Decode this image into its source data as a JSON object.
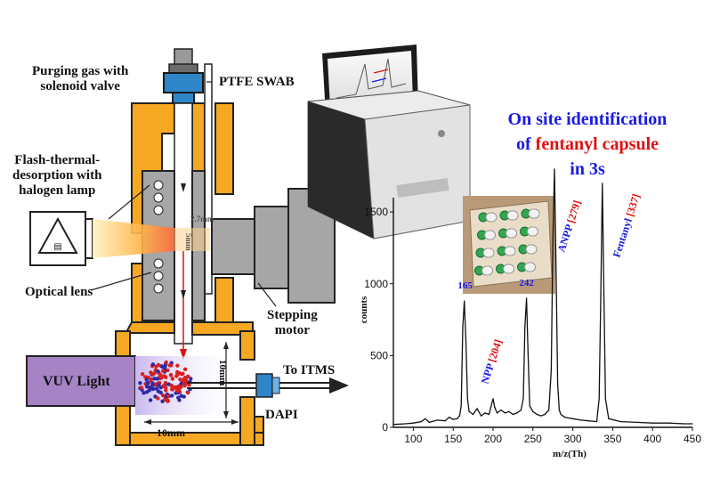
{
  "apparatus": {
    "purge_label_line1": "Purging gas with",
    "purge_label_line2": "solenoid valve",
    "ptfe_label": "PTFE SWAB",
    "flash_label_line1": "Flash-thermal-",
    "flash_label_line2": "desorption with",
    "flash_label_line3": "halogen lamp",
    "optical_label": "Optical lens",
    "stepper_label_line1": "Stepping",
    "stepper_label_line2": "motor",
    "vuv_label": "VUV Light",
    "to_itms_label": "To ITMS",
    "dapi_label": "DAPI",
    "dim_horizontal": "10mm",
    "dim_vertical": "10mm",
    "dim_inner_1": "5mm",
    "dim_inner_2": "2.7mm",
    "colors": {
      "orange": "#f7a823",
      "gray": "#a6a6a6",
      "purple": "#a583c4",
      "valve_blue": "#2e86c8"
    }
  },
  "headline": {
    "line1": "On site identification",
    "line2_pre": "of ",
    "line2_red": "fentanyl capsule",
    "line3": "in 3s",
    "colors": {
      "blue": "#1a1ae6",
      "red": "#e01010"
    }
  },
  "chart_data": {
    "type": "line",
    "xlabel": "m/z(Th)",
    "ylabel": "counts",
    "xlim": [
      75,
      450
    ],
    "ylim": [
      0,
      1600
    ],
    "xticks": [
      100,
      150,
      200,
      250,
      300,
      350,
      400,
      450
    ],
    "yticks": [
      0,
      500,
      1000,
      1500
    ],
    "series": [
      {
        "x": [
          75,
          90,
          100,
          110,
          115,
          120,
          130,
          140,
          145,
          150,
          155,
          158,
          160,
          162,
          164,
          166,
          168,
          170,
          175,
          180,
          185,
          190,
          195,
          200,
          202,
          205,
          210,
          215,
          220,
          225,
          230,
          235,
          238,
          240,
          242,
          244,
          246,
          250,
          255,
          260,
          265,
          270,
          273,
          275,
          277,
          279,
          281,
          283,
          285,
          290,
          300,
          310,
          320,
          330,
          333,
          335,
          337,
          339,
          341,
          345,
          360,
          380,
          400,
          420,
          440,
          450
        ],
        "y": [
          20,
          25,
          30,
          40,
          60,
          35,
          50,
          45,
          70,
          55,
          60,
          80,
          150,
          700,
          880,
          600,
          200,
          110,
          90,
          130,
          80,
          100,
          90,
          200,
          140,
          100,
          120,
          100,
          110,
          90,
          100,
          120,
          200,
          700,
          900,
          500,
          150,
          110,
          90,
          80,
          90,
          120,
          400,
          1300,
          1810,
          1100,
          300,
          120,
          90,
          70,
          60,
          50,
          45,
          40,
          200,
          900,
          1700,
          950,
          200,
          60,
          40,
          35,
          30,
          30,
          25,
          25
        ]
      }
    ],
    "peaks": [
      {
        "x": 165,
        "label": "165"
      },
      {
        "x": 242,
        "label": "242"
      }
    ],
    "annotations": [
      {
        "name": "NPP",
        "mz": "[204]"
      },
      {
        "name": "ANPP",
        "mz": "[279]"
      },
      {
        "name": "Fentanyl",
        "mz": "[337]"
      }
    ]
  }
}
